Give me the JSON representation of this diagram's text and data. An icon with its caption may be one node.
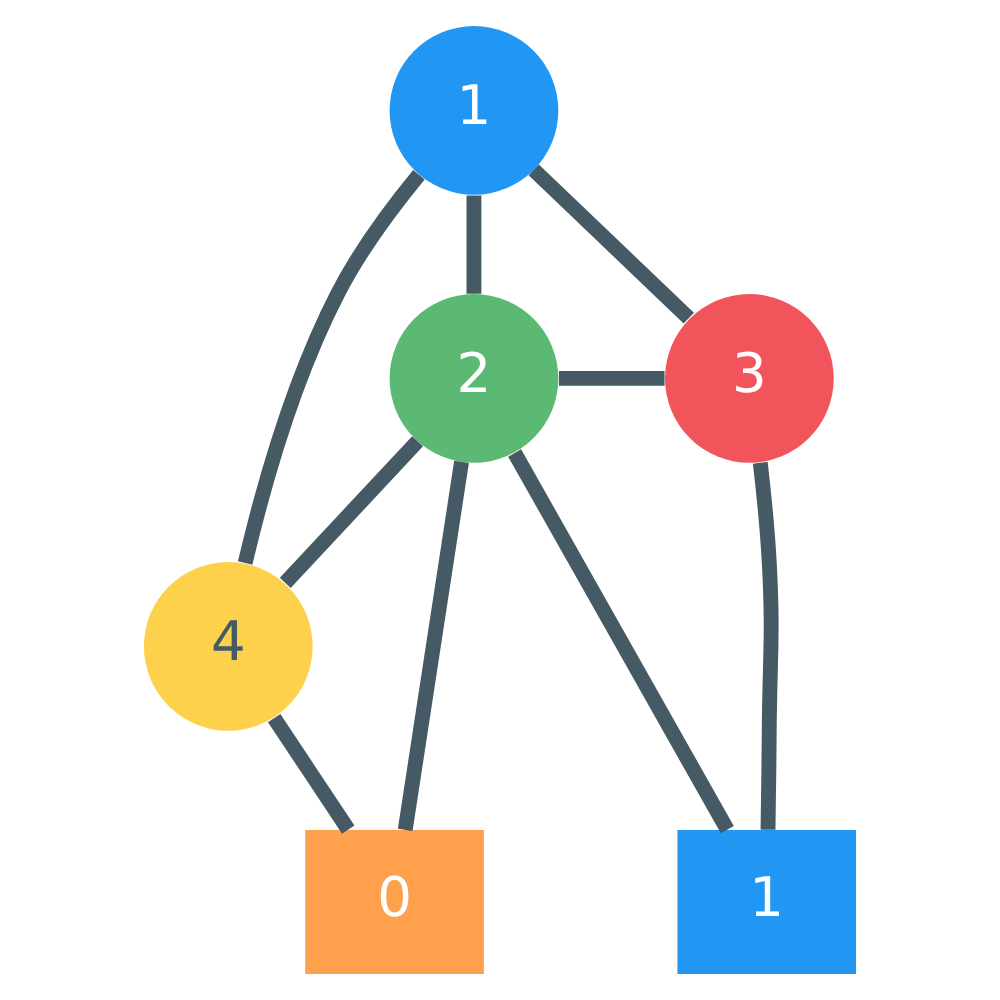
{
  "diagram": {
    "nodes": [
      {
        "text": [
          "1"
        ]
      },
      {
        "text": [
          "2"
        ]
      },
      {
        "text": [
          "3"
        ]
      },
      {
        "text": [
          "4"
        ]
      },
      {
        "text": [
          "0"
        ]
      },
      {
        "text": [
          "1"
        ]
      }
    ],
    "edges": [
      {
        "from": 0,
        "to": 1,
        "arrow": "none"
      },
      {
        "from": 0,
        "to": 2,
        "arrow": "none"
      },
      {
        "from": 0,
        "to": 3,
        "arrow": "none"
      },
      {
        "from": 1,
        "to": 2,
        "arrow": "none"
      },
      {
        "from": 1,
        "to": 3,
        "arrow": "none"
      },
      {
        "from": 1,
        "to": 4,
        "arrow": "none"
      },
      {
        "from": 1,
        "to": 5,
        "arrow": "none"
      },
      {
        "from": 3,
        "to": 4,
        "arrow": "none"
      },
      {
        "from": 2,
        "to": 5,
        "arrow": "none"
      }
    ]
  }
}
